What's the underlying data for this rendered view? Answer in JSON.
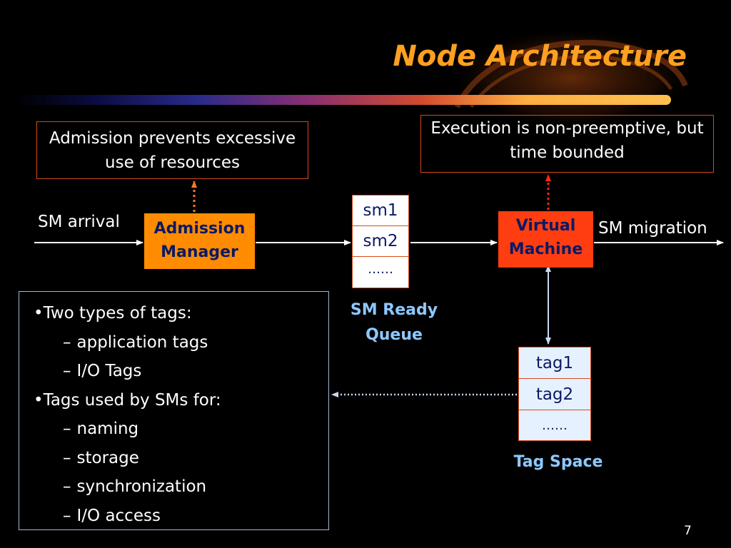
{
  "slide": {
    "title": "Node Architecture",
    "page_number": "7"
  },
  "notes": {
    "admission": "Admission prevents excessive use of resources",
    "execution": "Execution is non-preemptive, but time bounded"
  },
  "labels": {
    "sm_arrival": "SM arrival",
    "sm_migration": "SM migration"
  },
  "components": {
    "admission_manager": {
      "line1": "Admission",
      "line2": "Manager"
    },
    "virtual_machine": {
      "line1": "Virtual",
      "line2": "Machine"
    }
  },
  "sm_queue": {
    "items": [
      "sm1",
      "sm2",
      "……"
    ],
    "caption_line1": "SM Ready",
    "caption_line2": "Queue"
  },
  "tag_space": {
    "items": [
      "tag1",
      "tag2",
      "……"
    ],
    "caption": "Tag Space"
  },
  "tag_info": [
    {
      "level": 1,
      "marker": "•",
      "text": "Two types of tags:"
    },
    {
      "level": 2,
      "marker": "–",
      "text": "application tags"
    },
    {
      "level": 2,
      "marker": "–",
      "text": "I/O Tags"
    },
    {
      "level": 1,
      "marker": "•",
      "text": "Tags used by SMs for:"
    },
    {
      "level": 2,
      "marker": "–",
      "text": "naming"
    },
    {
      "level": 2,
      "marker": "–",
      "text": "storage"
    },
    {
      "level": 2,
      "marker": "–",
      "text": "synchronization"
    },
    {
      "level": 2,
      "marker": "–",
      "text": "I/O access"
    }
  ],
  "colors": {
    "title": "#ffa020",
    "note_border": "#d64a1a",
    "admission_fill": "#ff8c00",
    "vm_fill": "#ff3d10",
    "caption": "#8ec8ff",
    "tag_space_fill": "#e6f1ff"
  }
}
